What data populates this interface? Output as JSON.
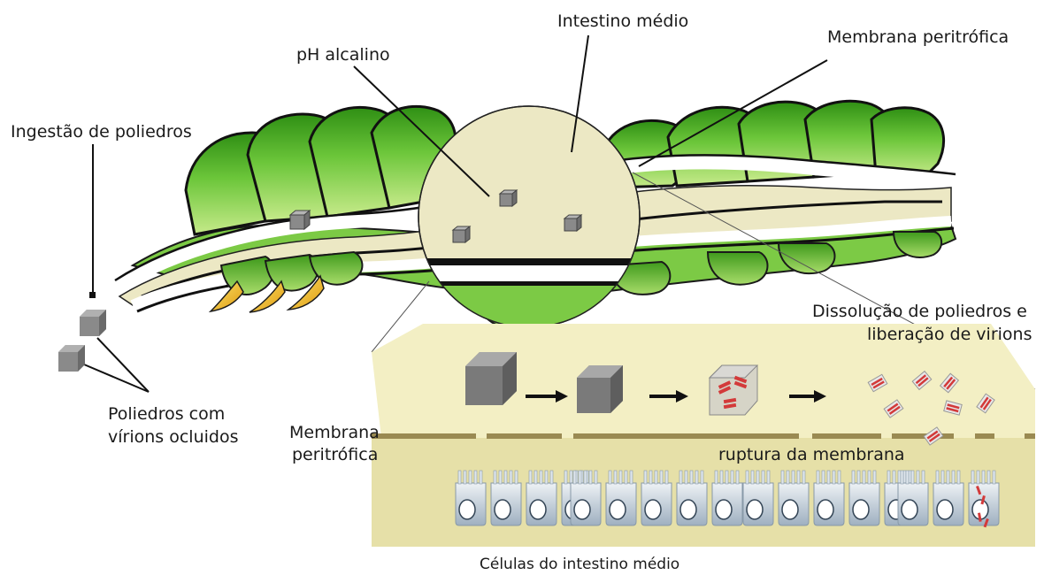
{
  "labels": {
    "ingestion": "Ingestão de poliedros",
    "ph": "pH alcalino",
    "midgut": "Intestino médio",
    "peritrophic_top": "Membrana peritrófica",
    "dissolution_line1": "Dissolução de poliedros e",
    "dissolution_line2": "liberação de virions",
    "polyhedra_line1": "Poliedros com",
    "polyhedra_line2": "vírions ocluidos",
    "peritrophic_inset_line1": "Membrana",
    "peritrophic_inset_line2": "peritrófica",
    "rupture": "ruptura da membrana",
    "cells": "Células do intestino médio"
  },
  "colors": {
    "caterpillar_green": "#5cb82e",
    "caterpillar_light": "#b8e07a",
    "gut_cream": "#ece8c4",
    "inset_bg": "#f3efc4",
    "inset_lower": "#e6e0a8",
    "cell_fill": "#c9d3dc",
    "polyhedron": "#8a8a8a",
    "virion_red": "#d33a3a",
    "claw_yellow": "#f2c21a"
  }
}
